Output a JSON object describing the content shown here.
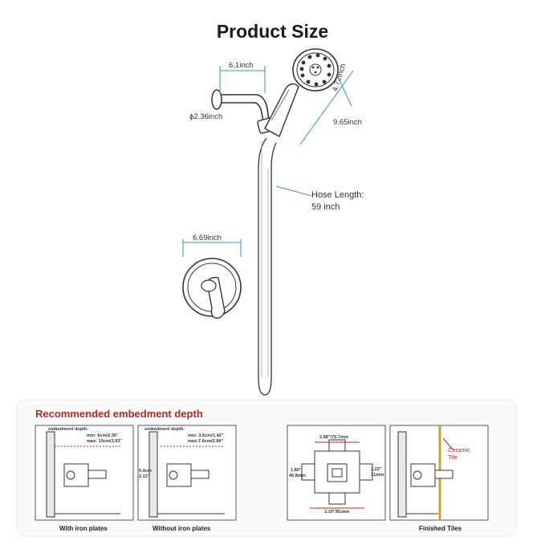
{
  "page_title": "Product Size",
  "dimensions": {
    "arm_length": "6.1inch",
    "flange_diameter": "ϕ2.36inch",
    "head_width": "4.72inch",
    "head_height": "9.65inch",
    "hose_length_line1": "Hose Length:",
    "hose_length_line2": "59 inch",
    "trim_width": "6.69inch"
  },
  "embedment": {
    "title": "Recommended embedment depth",
    "with_plates": {
      "label_depth": "embedment depth:",
      "min": "min: 6cm/2.36\"",
      "max": "max: 10cm/3.93\"",
      "caption": "With iron plates"
    },
    "without_plates": {
      "label_depth": "embedment depth:",
      "min": "min: 3.6cm/1.42\"",
      "max": "max:7.6cm/2.99\"",
      "side_line1": "5.4cm",
      "side_line2": "2.13\"",
      "caption": "Without iron plates"
    },
    "valve_body": {
      "top": "2.98\"/75.7mm",
      "left_line1": "1.80\"",
      "left_line2": "45.8mm",
      "right_line1": "1.22\"",
      "right_line2": "31mm",
      "bottom": "3.19\"/81mm"
    },
    "finished": {
      "tile_line1": "Ceramic",
      "tile_line2": "Tile",
      "caption": "Finished Tiles"
    }
  },
  "colors": {
    "accent": "#b32a20",
    "line": "#3b8fd4",
    "gold": "#c9a227"
  }
}
